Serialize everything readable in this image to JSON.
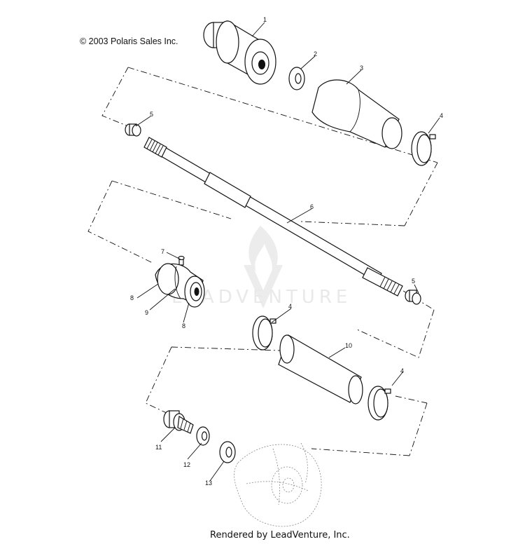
{
  "copyright": "© 2003 Polaris Sales Inc.",
  "footer": "Rendered by LeadVenture, Inc.",
  "watermark": "LEADVENTURE",
  "callouts": [
    "1",
    "2",
    "3",
    "4",
    "5",
    "6",
    "7",
    "8",
    "9",
    "10",
    "11",
    "12",
    "13"
  ],
  "colors": {
    "line": "#111111",
    "watermark": "#e9e9e9",
    "background": "#ffffff"
  },
  "icons": [
    "leadventure-flame-logo-icon"
  ]
}
